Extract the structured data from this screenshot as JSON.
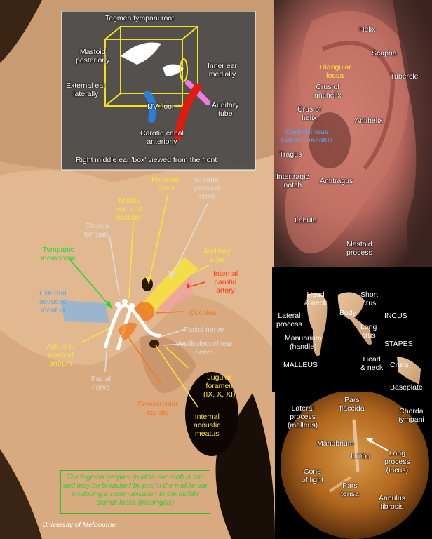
{
  "box": {
    "tegmen": "Tegmen tympani roof",
    "mastoid": "Mastoid\nposteriorly",
    "external": "External ear\nlaterally",
    "inner": "Inner ear\nmedially",
    "ijv": "IJV floor",
    "auditory": "Auditory\ntube",
    "carotid": "Carotid canal\nanteriorly",
    "caption": "Right middle ear 'box' viewed from the front"
  },
  "ear": {
    "helix": "Helix",
    "scapha": "Scapha",
    "triangular": "Triangular\nfossa",
    "tubercle": "Tubercle",
    "crus_antihelix": "Crus of\nantihelix",
    "crus_helix": "Crus of\nhelix",
    "antihelix": "Antihelix",
    "cartilaginous": "Cartilaginous\nexternal meatus",
    "tragus": "Tragus",
    "intertragic": "Intertragic\nnotch",
    "antitragus": "Antitragus",
    "lobule": "Lobule",
    "mastoid_process": "Mastoid\nprocess"
  },
  "skull": {
    "foramen_ovale": "Foramen\novale",
    "greater_petrosal": "Greater\npetrosal\nnerve",
    "middle_ear": "Middle\near and\nossicles",
    "chorda": "Chorda\ntympani",
    "tympanic_membrane": "Tympanic\nmembrane",
    "auditory_tube": "Auditory\ntube",
    "internal_carotid": "Internal\ncarotid\nartery",
    "external_meatus": "External\nacoustic\nmeatus",
    "cochlea": "Cochlea",
    "facial_nerve_r": "Facial nerve",
    "vestibulocochlear": "Vestibulocochlear\nnerve",
    "aditus": "Aditus to\nmastoid\nantrum",
    "facial_nerve_l": "Facial\nnerve",
    "jugular": "Jugular\nforamen\n(IX, X, XI)",
    "semicircular": "Semicircular\ncanals",
    "internal_meatus": "Internal\nacoustic\nmeatus"
  },
  "ossicles": {
    "head_neck_m": "Head\n& neck",
    "lateral_process": "Lateral\nprocess",
    "manubrium": "Manubrium\n(handle)",
    "malleus": "MALLEUS",
    "short_crus": "Short\ncrus",
    "body": "Body",
    "incus": "INCUS",
    "long_crus": "Long\ncrus",
    "stapes": "STAPES",
    "head_neck_s": "Head\n& neck",
    "crura": "Crura",
    "baseplate": "Baseplate"
  },
  "tm": {
    "pars_flaccida": "Pars\nflaccida",
    "lateral_process": "Lateral\nprocess\n(malleus)",
    "chorda": "Chorda\ntympani",
    "manubrium": "Manubrium",
    "long_process": "Long\nprocess\n(incus)",
    "umbo": "Umbo",
    "cone": "Cone\nof light",
    "pars_tensa": "Pars\ntensa",
    "annulus": "Annulus\nfibrosis"
  },
  "note": "The tegmen tympani (middle ear roof) is thin and may be breached by pus in the middle ear producing a communication to the middle cranial fossa (meningitis)",
  "credit": "University of Melbourne"
}
